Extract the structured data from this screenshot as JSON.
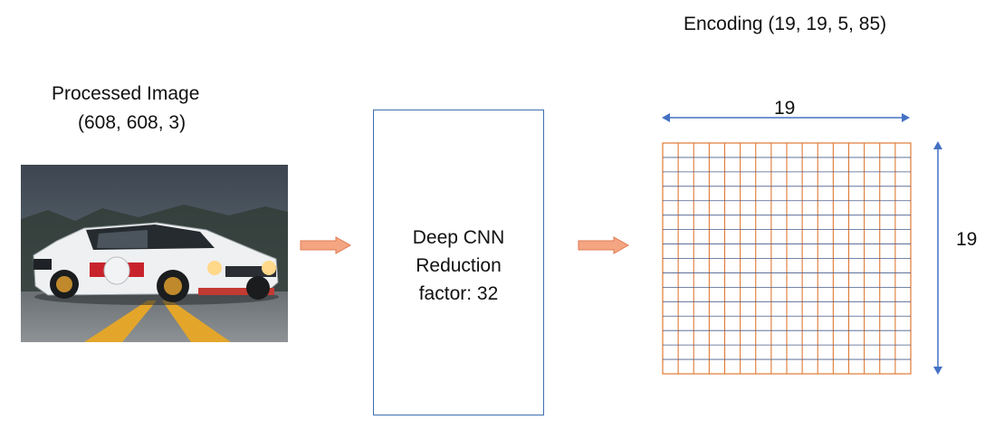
{
  "image_block": {
    "label_line1": "Processed Image",
    "label_line2": "(608, 608, 3)"
  },
  "cnn_block": {
    "line1": "Deep CNN",
    "line2": "Reduction",
    "line3": "factor: 32"
  },
  "encoding_block": {
    "title": "Encoding (19, 19, 5, 85)",
    "width_label": "19",
    "height_label": "19",
    "grid_columns": 16,
    "grid_rows": 16
  },
  "colors": {
    "box_border": "#3f6fb0",
    "dimension_arrow": "#4472c4",
    "block_arrow_fill": "#f4a582",
    "block_arrow_stroke": "#e07b53",
    "grid_line": "#e07a35"
  }
}
